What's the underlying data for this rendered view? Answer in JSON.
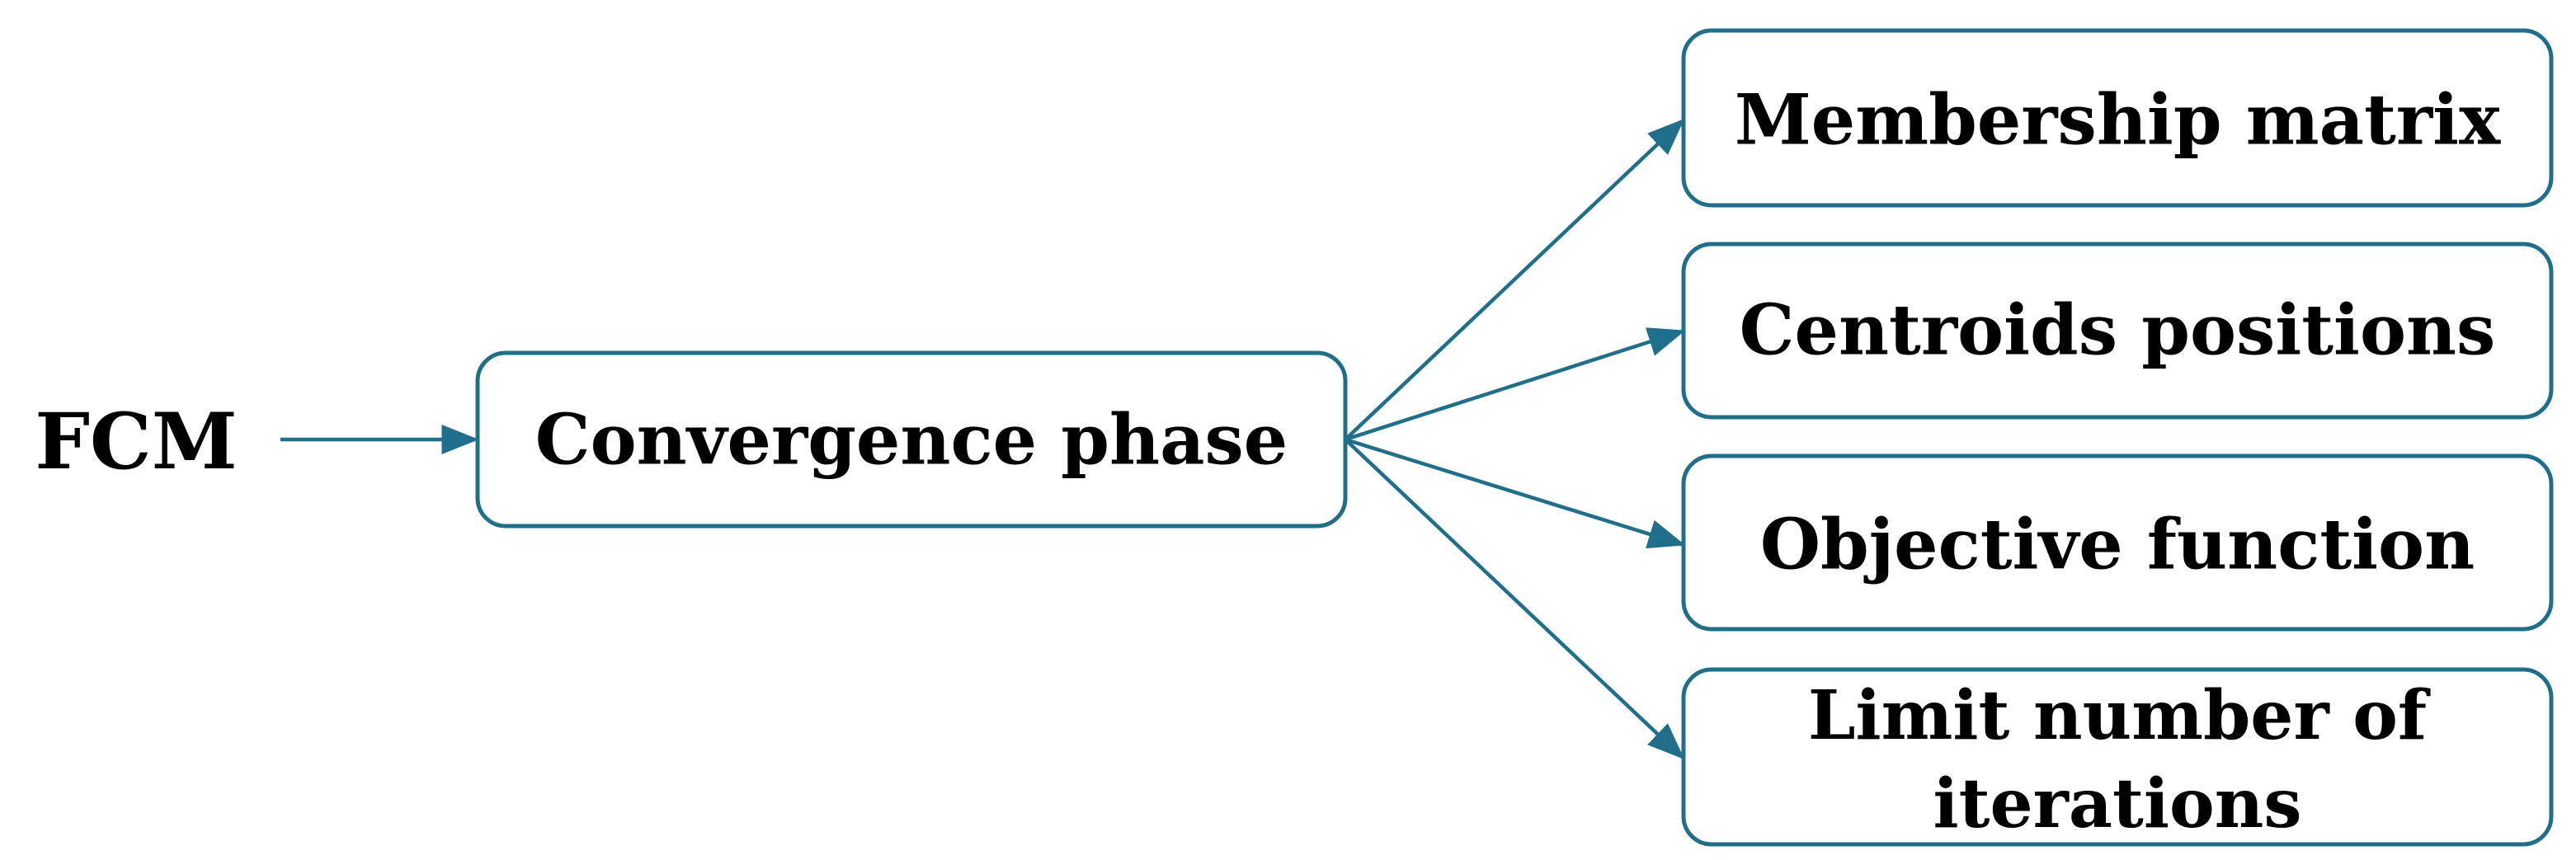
{
  "source_label": "FCM",
  "center_node": {
    "label": "Convergence phase"
  },
  "outputs": [
    {
      "lines": [
        "Membership matrix"
      ]
    },
    {
      "lines": [
        "Centroids positions"
      ]
    },
    {
      "lines": [
        "Objective function"
      ]
    },
    {
      "lines": [
        "Limit number of",
        "iterations"
      ]
    }
  ],
  "colors": {
    "stroke": "#1f6f8b",
    "text": "#000000",
    "background": "#ffffff"
  }
}
